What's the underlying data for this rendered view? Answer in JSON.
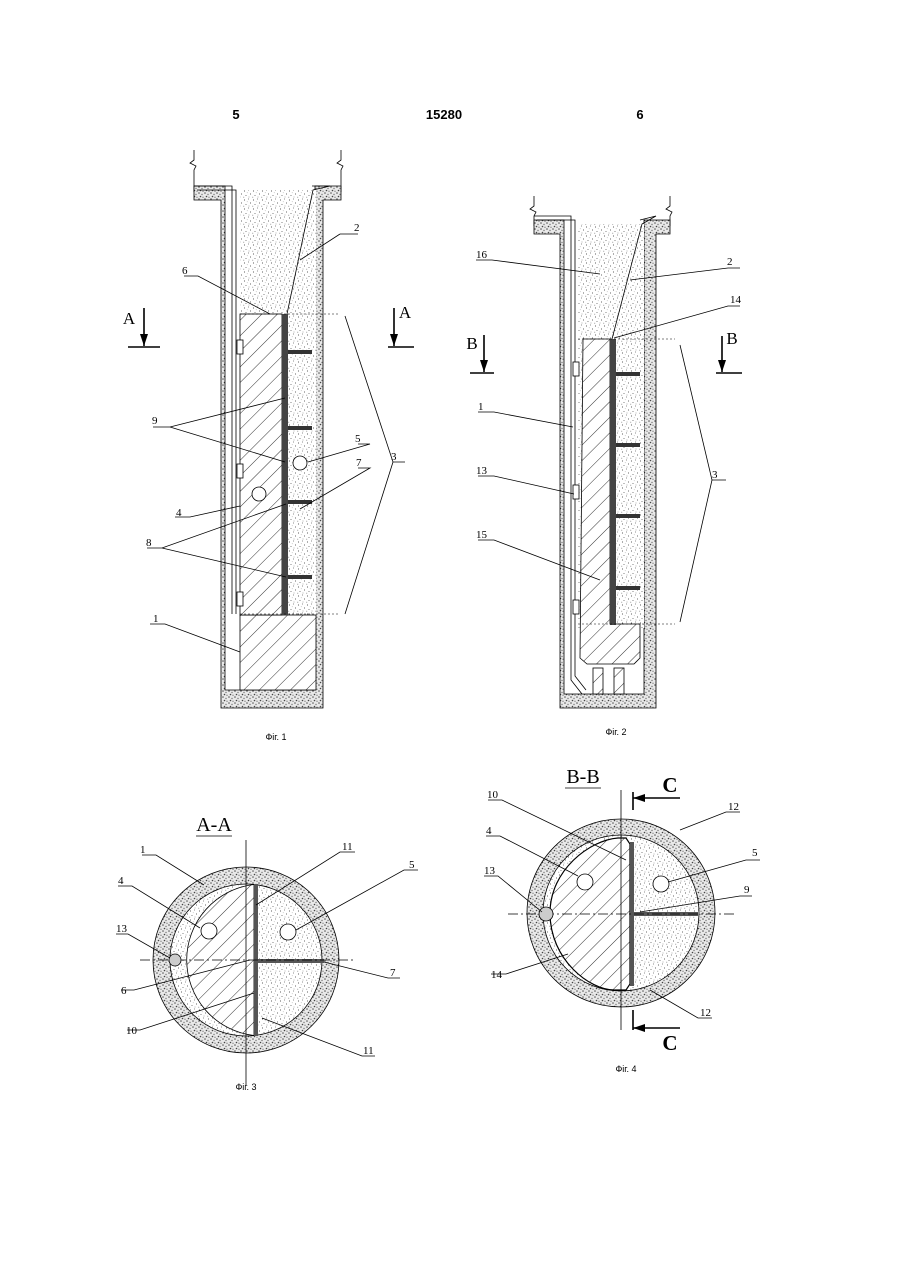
{
  "header": {
    "left_page": "5",
    "patent_no": "15280",
    "right_page": "6"
  },
  "fig1": {
    "caption": "Фіг. 1",
    "section_mark_left": "A",
    "section_mark_right": "A",
    "labels": {
      "l2": "2",
      "l6": "6",
      "l9": "9",
      "l5": "5",
      "l7": "7",
      "l3": "3",
      "l4": "4",
      "l8": "8",
      "l1": "1"
    }
  },
  "fig2": {
    "caption": "Фіг. 2",
    "section_mark_left": "B",
    "section_mark_right": "B",
    "labels": {
      "l16": "16",
      "l2": "2",
      "l14": "14",
      "l1": "1",
      "l13": "13",
      "l15": "15",
      "l3": "3"
    }
  },
  "fig3": {
    "caption": "Фіг. 3",
    "title": "A-A",
    "labels": {
      "l1": "1",
      "l11a": "11",
      "l4": "4",
      "l5": "5",
      "l13": "13",
      "l7": "7",
      "l6": "6",
      "l10": "10",
      "l11b": "11"
    }
  },
  "fig4": {
    "caption": "Фіг. 4",
    "title": "B-B",
    "cut_top": "C",
    "cut_bottom": "C",
    "labels": {
      "l10": "10",
      "l12a": "12",
      "l4": "4",
      "l5": "5",
      "l13": "13",
      "l9": "9",
      "l14": "14",
      "l12b": "12"
    }
  }
}
